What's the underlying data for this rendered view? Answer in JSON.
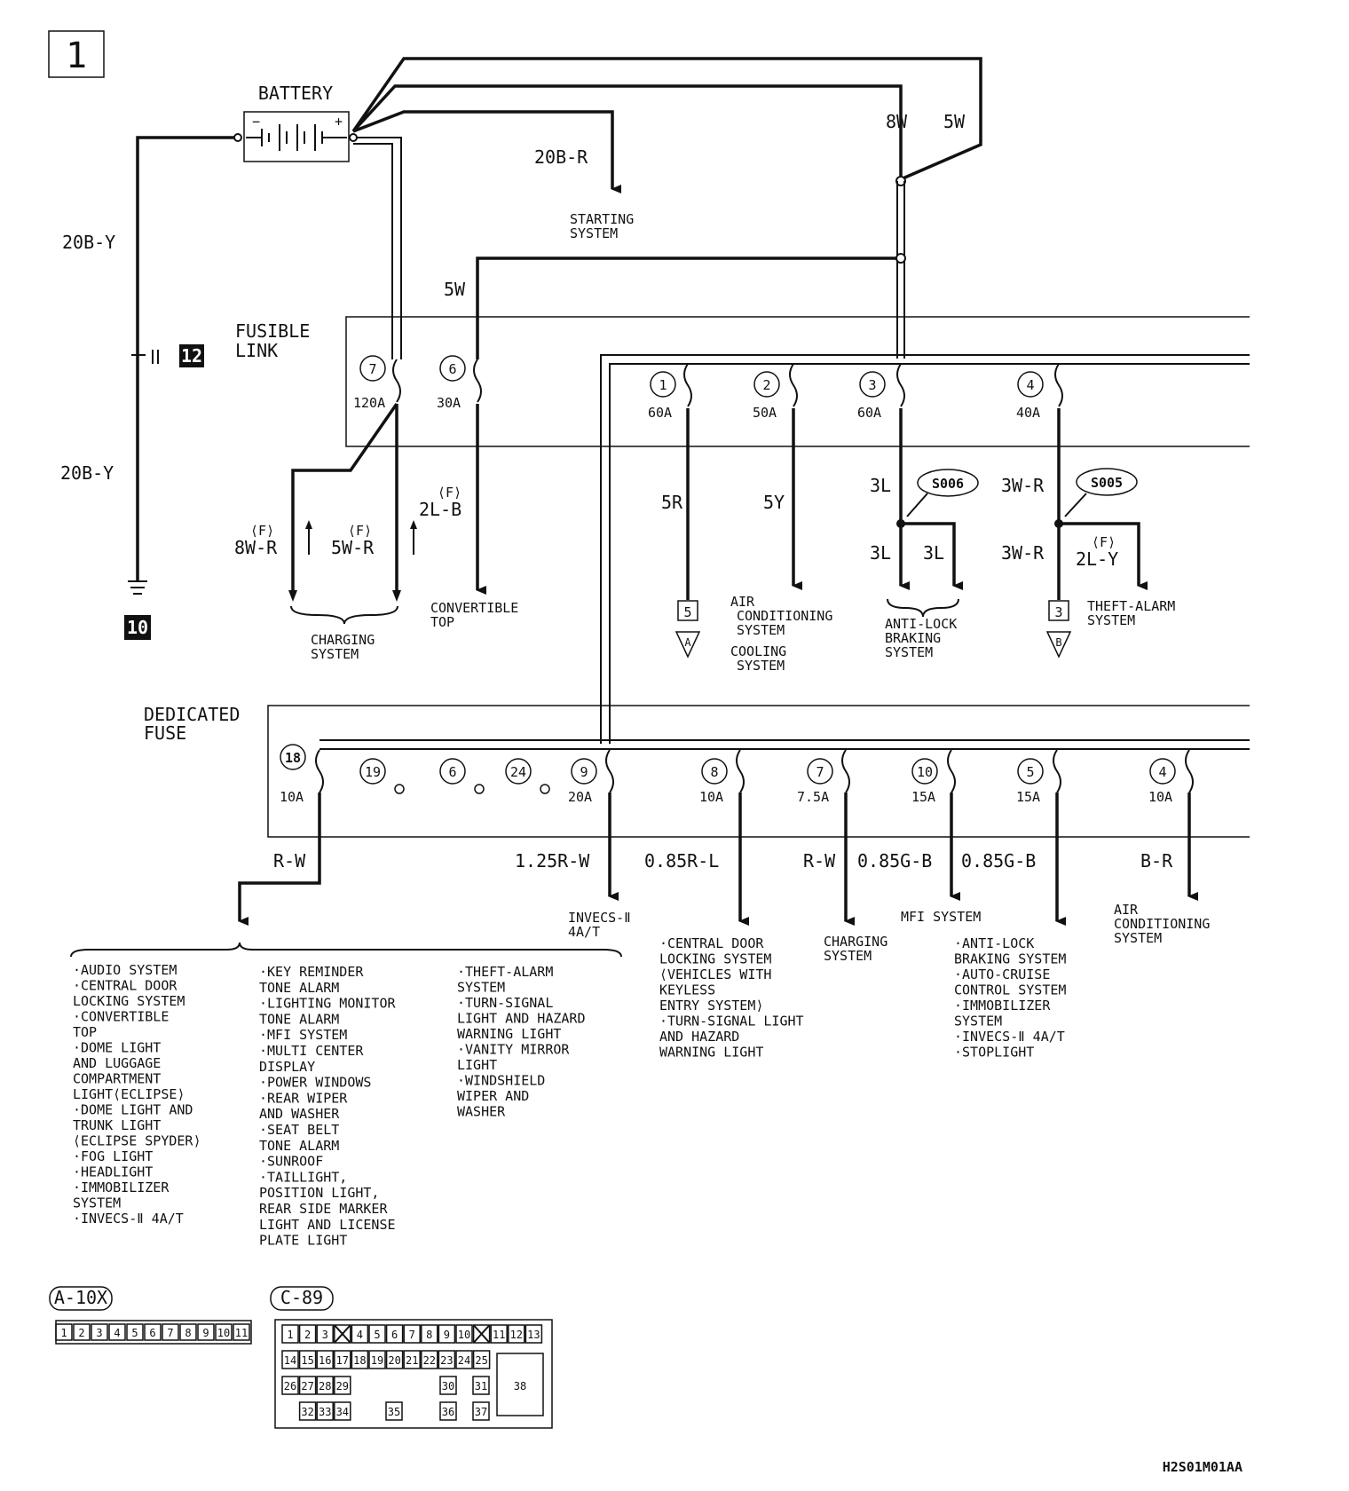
{
  "page_number": "1",
  "doc_code": "H2S01M01AA",
  "battery": {
    "label": "BATTERY",
    "neg": "−",
    "pos": "+"
  },
  "fusible_link": {
    "label_line1": "FUSIBLE",
    "label_line2": "LINK"
  },
  "dedicated_fuse": {
    "label_line1": "DEDICATED",
    "label_line2": "FUSE"
  },
  "ground": {
    "wire_top": "20B-Y",
    "wire_bottom": "20B-Y",
    "connector": "12",
    "ground_point": "10"
  },
  "top_wires": {
    "starting_wire": "20B-R",
    "starting_dest_line1": "STARTING",
    "starting_dest_line2": "SYSTEM",
    "w8": "8W",
    "w5": "5W",
    "w5b": "5W"
  },
  "fusible_links": [
    {
      "num": "7",
      "amp": "120A"
    },
    {
      "num": "6",
      "amp": "30A"
    },
    {
      "num": "1",
      "amp": "60A"
    },
    {
      "num": "2",
      "amp": "50A"
    },
    {
      "num": "3",
      "amp": "60A"
    },
    {
      "num": "4",
      "amp": "40A"
    }
  ],
  "fl_wires": {
    "f7a": "⟨F⟩",
    "f7a_wire": "8W-R",
    "f7b": "⟨F⟩",
    "f7b_wire": "5W-R",
    "charging_line1": "CHARGING",
    "charging_line2": "SYSTEM",
    "f6": "⟨F⟩",
    "f6_wire": "2L-B",
    "conv_line1": "CONVERTIBLE",
    "conv_line2": "TOP",
    "f1_wire": "5R",
    "f1_conn": "5",
    "f1_tri": "A",
    "f2_wire": "5Y",
    "ac_line1": "AIR",
    "ac_line2": "CONDITIONING",
    "ac_line3": "SYSTEM",
    "cool_line1": "COOLING",
    "cool_line2": "SYSTEM",
    "f3_wire": "3L",
    "f3_splice": "S006",
    "f3_w1": "3L",
    "f3_w2": "3L",
    "abs_line1": "ANTI-LOCK",
    "abs_line2": "BRAKING",
    "abs_line3": "SYSTEM",
    "f4_wire": "3W-R",
    "f4_splice": "S005",
    "f4_w1": "3W-R",
    "f4_f": "⟨F⟩",
    "f4_w2": "2L-Y",
    "f4_conn": "3",
    "f4_tri": "B",
    "theft_line1": "THEFT-ALARM",
    "theft_line2": "SYSTEM"
  },
  "fuses": [
    {
      "num": "18",
      "amp": "10A"
    },
    {
      "num": "19",
      "amp": ""
    },
    {
      "num": "6",
      "amp": ""
    },
    {
      "num": "24",
      "amp": ""
    },
    {
      "num": "9",
      "amp": "20A"
    },
    {
      "num": "8",
      "amp": "10A"
    },
    {
      "num": "7",
      "amp": "7.5A"
    },
    {
      "num": "10",
      "amp": "15A"
    },
    {
      "num": "5",
      "amp": "15A"
    },
    {
      "num": "4",
      "amp": "10A"
    }
  ],
  "fuse_wires": {
    "f18": "R-W",
    "f9": "1.25R-W",
    "f9_dest_line1": "INVECS-Ⅱ",
    "f9_dest_line2": "4A/T",
    "f8": "0.85R-L",
    "f7": "R-W",
    "f7_dest_line1": "CHARGING",
    "f7_dest_line2": "SYSTEM",
    "f10": "0.85G-B",
    "f10_dest": "MFI SYSTEM",
    "f5": "0.85G-B",
    "f4": "B-R",
    "f4_dest_line1": "AIR",
    "f4_dest_line2": "CONDITIONING",
    "f4_dest_line3": "SYSTEM"
  },
  "list_col1": [
    "·AUDIO SYSTEM",
    "·CENTRAL DOOR",
    " LOCKING SYSTEM",
    "·CONVERTIBLE",
    " TOP",
    "·DOME LIGHT",
    " AND LUGGAGE",
    " COMPARTMENT",
    " LIGHT⟨ECLIPSE⟩",
    "·DOME LIGHT AND",
    " TRUNK LIGHT",
    " ⟨ECLIPSE SPYDER⟩",
    "·FOG LIGHT",
    "·HEADLIGHT",
    "·IMMOBILIZER",
    " SYSTEM",
    "·INVECS-Ⅱ 4A/T"
  ],
  "list_col2": [
    "·KEY REMINDER",
    " TONE ALARM",
    "·LIGHTING MONITOR",
    " TONE ALARM",
    "·MFI SYSTEM",
    "·MULTI CENTER",
    " DISPLAY",
    "·POWER WINDOWS",
    "·REAR WIPER",
    " AND WASHER",
    "·SEAT BELT",
    " TONE ALARM",
    "·SUNROOF",
    "·TAILLIGHT,",
    " POSITION LIGHT,",
    " REAR SIDE MARKER",
    " LIGHT AND LICENSE",
    " PLATE LIGHT"
  ],
  "list_col3": [
    "·THEFT-ALARM",
    " SYSTEM",
    "·TURN-SIGNAL",
    " LIGHT AND HAZARD",
    " WARNING LIGHT",
    "·VANITY MIRROR",
    " LIGHT",
    "·WINDSHIELD",
    " WIPER AND",
    " WASHER"
  ],
  "list_f8": [
    "·CENTRAL DOOR",
    " LOCKING SYSTEM",
    " ⟨VEHICLES WITH",
    "  KEYLESS",
    "  ENTRY SYSTEM⟩",
    "·TURN-SIGNAL LIGHT",
    " AND HAZARD",
    " WARNING LIGHT"
  ],
  "list_f5": [
    "·ANTI-LOCK",
    " BRAKING SYSTEM",
    "·AUTO-CRUISE",
    " CONTROL SYSTEM",
    "·IMMOBILIZER",
    " SYSTEM",
    "·INVECS-Ⅱ 4A/T",
    "·STOPLIGHT"
  ],
  "connectors": {
    "a10x_label": "A-10X",
    "a10x_pins": [
      "1",
      "2",
      "3",
      "4",
      "5",
      "6",
      "7",
      "8",
      "9",
      "10",
      "11"
    ],
    "c89_label": "C-89",
    "c89_row1": [
      "1",
      "2",
      "3",
      "",
      "4",
      "5",
      "6",
      "7",
      "8",
      "9",
      "10",
      "",
      "11",
      "12",
      "13"
    ],
    "c89_row2": [
      "14",
      "15",
      "16",
      "17",
      "18",
      "19",
      "20",
      "21",
      "22",
      "23",
      "24",
      "25"
    ],
    "c89_row3": [
      "26",
      "27",
      "28",
      "29",
      "30",
      "31"
    ],
    "c89_row4": [
      "32",
      "33",
      "34",
      "35",
      "36",
      "37"
    ],
    "c89_big": "38"
  }
}
